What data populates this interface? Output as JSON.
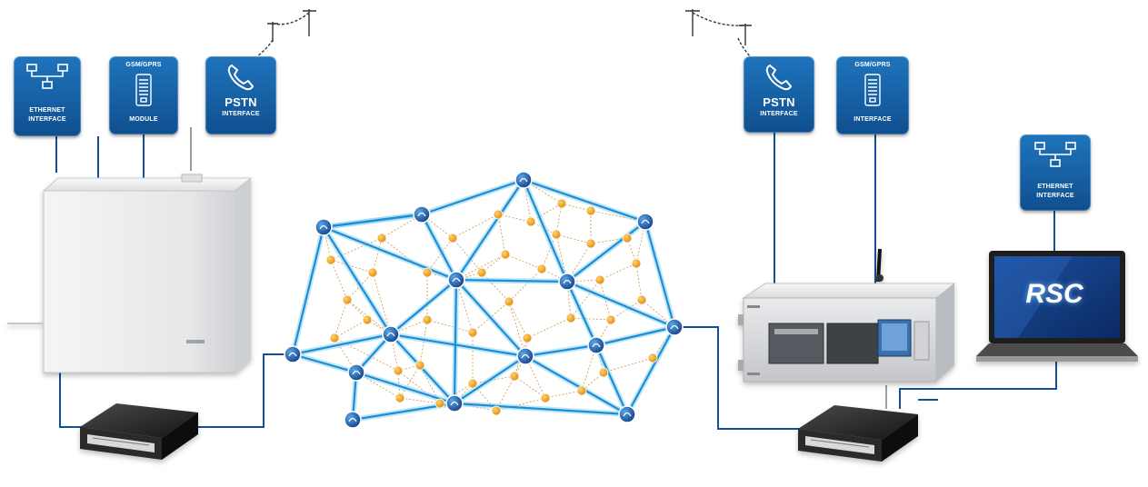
{
  "colors": {
    "tile_top": "#1f74bd",
    "tile_bottom": "#0f4f8f",
    "wire": "#13509a",
    "mesh_line": "#1c8fd4",
    "mesh_glow": "#8fd3f5",
    "node_blue": "#1f5ea8",
    "node_orange": "#f0a020",
    "dashed_line": "#c77a1a"
  },
  "left_site": {
    "tiles": [
      {
        "key": "ethernet",
        "icon": "ethernet-icon",
        "line1": "ETHERNET",
        "line2": "INTERFACE"
      },
      {
        "key": "gsm",
        "icon": "gsm-module-icon",
        "line1": "GSM/GPRS",
        "line2": "MODULE"
      },
      {
        "key": "pstn",
        "icon": "phone-icon",
        "line1": "PSTN",
        "line2": "INTERFACE"
      }
    ],
    "panel": "Security control panel",
    "router": "Radio router"
  },
  "right_site": {
    "tiles": [
      {
        "key": "pstn",
        "icon": "phone-icon",
        "line1": "PSTN",
        "line2": "INTERFACE"
      },
      {
        "key": "gsm",
        "icon": "gsm-module-icon",
        "line1": "GSM/GPRS",
        "line2": "INTERFACE"
      },
      {
        "key": "ethernet",
        "icon": "ethernet-icon",
        "line1": "ETHERNET",
        "line2": "INTERFACE"
      }
    ],
    "receiver": "Rack receiver",
    "router": "Radio router",
    "laptop_logo": "RSC"
  }
}
